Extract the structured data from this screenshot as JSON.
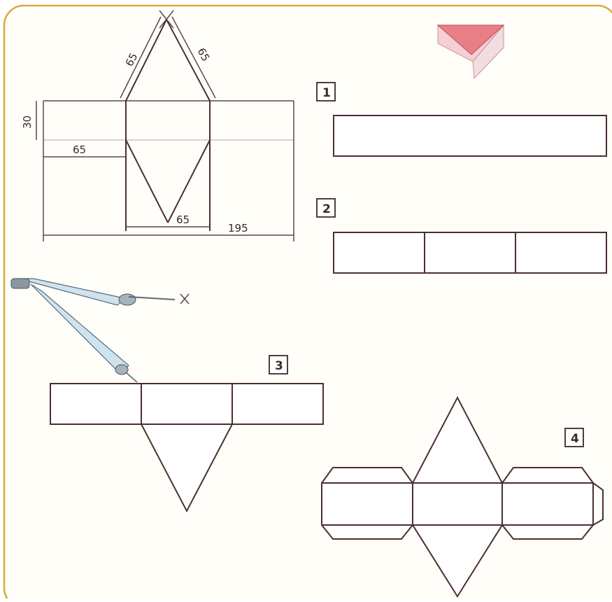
{
  "figure": {
    "step_labels": [
      "1",
      "2",
      "3",
      "4"
    ],
    "dimensions": {
      "arc_left": "65",
      "arc_right": "65",
      "height": "30",
      "left_offset": "65",
      "triangle_base": "65",
      "total_length": "195"
    },
    "colors": {
      "frame_border": "#d9a93a",
      "prism_top_face": "#e97f86",
      "prism_side_face": "#f6cfd6",
      "outline": "#4a3030"
    },
    "icons": [
      "compass-icon",
      "triangular-prism-icon"
    ]
  }
}
